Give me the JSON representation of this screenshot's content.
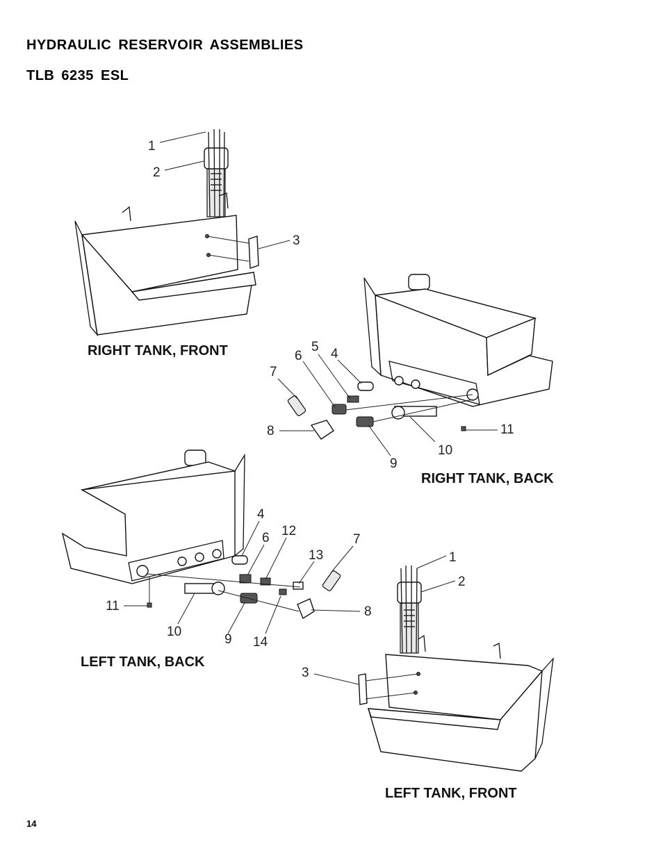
{
  "header": {
    "title": "HYDRAULIC RESERVOIR ASSEMBLIES",
    "subtitle": "TLB 6235 ESL"
  },
  "captions": {
    "right_front": "RIGHT TANK, FRONT",
    "right_back": "RIGHT TANK, BACK",
    "left_back": "LEFT TANK, BACK",
    "left_front": "LEFT TANK, FRONT"
  },
  "callouts": {
    "rf": [
      "1",
      "2",
      "3"
    ],
    "rb": [
      "4",
      "5",
      "6",
      "7",
      "8",
      "9",
      "10",
      "11"
    ],
    "lb": [
      "4",
      "6",
      "12",
      "7",
      "13",
      "8",
      "11",
      "10",
      "9",
      "14"
    ],
    "lf": [
      "1",
      "2",
      "3"
    ]
  },
  "footer": {
    "page_number": "14"
  }
}
